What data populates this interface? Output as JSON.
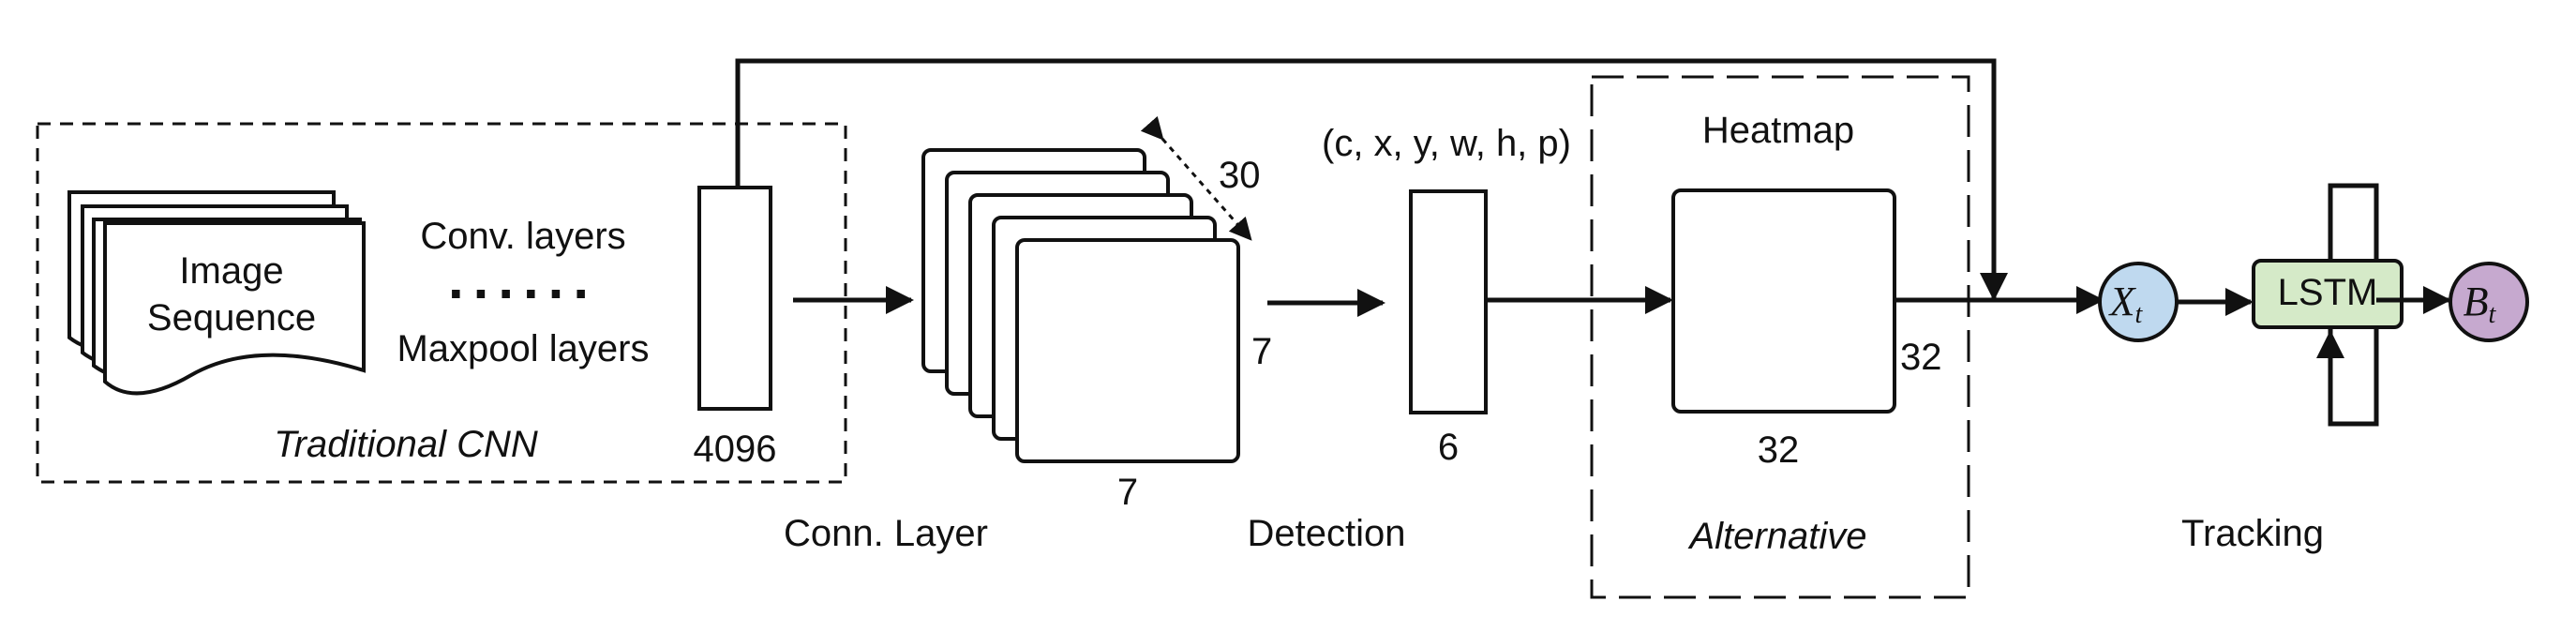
{
  "cnn": {
    "input_label_line1": "Image",
    "input_label_line2": "Sequence",
    "conv_label": "Conv. layers",
    "dots": "......",
    "maxpool_label": "Maxpool layers",
    "title": "Traditional CNN",
    "fc_size": "4096"
  },
  "conn_layer": {
    "depth": "30",
    "height": "7",
    "width": "7",
    "title": "Conn. Layer"
  },
  "detection": {
    "output_tuple": "(c, x, y, w, h, p)",
    "size": "6",
    "title": "Detection"
  },
  "alternative": {
    "heatmap_label": "Heatmap",
    "height": "32",
    "width": "32",
    "title": "Alternative"
  },
  "tracking": {
    "input_symbol": "X",
    "input_subscript": "t",
    "lstm_label": "LSTM",
    "output_symbol": "B",
    "output_subscript": "t",
    "title": "Tracking"
  },
  "colors": {
    "input_node": "#bfd9ef",
    "lstm_box": "#d5eac8",
    "output_node": "#c6a9cf",
    "stroke": "#111111"
  }
}
